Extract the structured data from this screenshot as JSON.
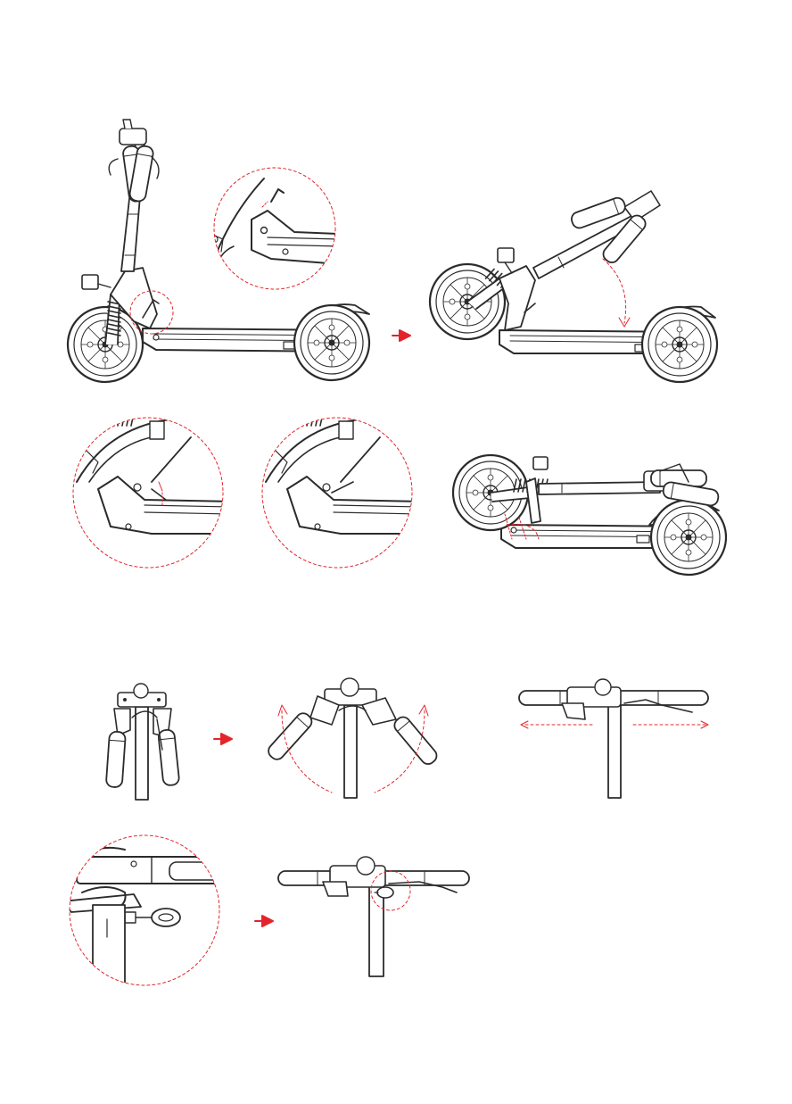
{
  "page": {
    "background": "#ffffff",
    "line_color": "#2b2b2b",
    "accent_color": "#e3242b",
    "text_labels": []
  },
  "sections": [
    {
      "id": "fold-stem",
      "steps": [
        {
          "id": "scooter-unfolded",
          "icon": "scooter-upright-illustration",
          "callout": "stem-latch-closed-detail"
        },
        {
          "id": "scooter-folding",
          "icon": "scooter-stem-folding-illustration",
          "motion": "fold-down-arrow"
        },
        {
          "id": "latch-closed-zoom",
          "icon": "latch-lever-up-detail"
        },
        {
          "id": "latch-open-zoom",
          "icon": "latch-lever-down-detail"
        },
        {
          "id": "scooter-folded",
          "icon": "scooter-folded-illustration"
        }
      ]
    },
    {
      "id": "unfold-handlebar",
      "steps": [
        {
          "id": "handles-folded",
          "icon": "handlebar-folded-illustration"
        },
        {
          "id": "handles-rotating",
          "icon": "handlebar-rotate-out-illustration",
          "motion": "rotate-arrows"
        },
        {
          "id": "handles-extended",
          "icon": "handlebar-extended-illustration",
          "motion": "extend-arrows"
        },
        {
          "id": "lock-ring-zoom",
          "icon": "handlebar-lock-ring-detail"
        },
        {
          "id": "handles-locked",
          "icon": "handlebar-locked-illustration"
        }
      ]
    }
  ]
}
